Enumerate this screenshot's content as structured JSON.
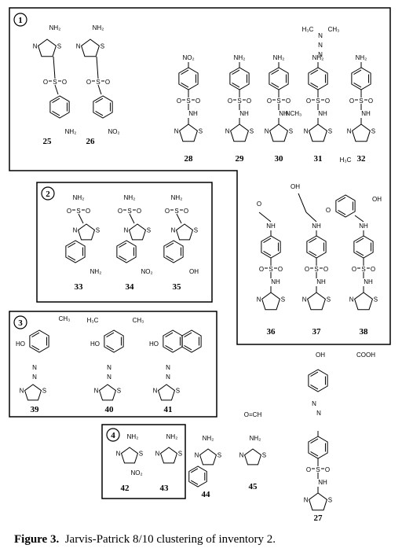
{
  "figure": {
    "caption_label": "Figure 3.",
    "caption_text": "Jarvis-Patrick 8/10 clustering of inventory 2."
  },
  "clusters": [
    {
      "id": "cluster-1",
      "badge": "1",
      "compounds": [
        "25",
        "26",
        "28",
        "29",
        "30",
        "31",
        "32",
        "36",
        "37",
        "38"
      ]
    },
    {
      "id": "cluster-2",
      "badge": "2",
      "compounds": [
        "33",
        "34",
        "35"
      ]
    },
    {
      "id": "cluster-3",
      "badge": "3",
      "compounds": [
        "39",
        "40",
        "41"
      ]
    },
    {
      "id": "cluster-4",
      "badge": "4",
      "compounds": [
        "42",
        "43"
      ]
    }
  ],
  "singletons": [
    "44",
    "45",
    "27"
  ],
  "atoms": {
    "nh2": "NH₂",
    "no2": "NO₂",
    "so2": "S",
    "o": "O",
    "nh": "NH",
    "n": "N",
    "s": "S",
    "oh": "OH",
    "ho": "HO",
    "ch3": "CH₃",
    "h3c": "H₃C",
    "nch3": "NCH₃",
    "cooh": "COOH",
    "cho": "O=CH"
  }
}
